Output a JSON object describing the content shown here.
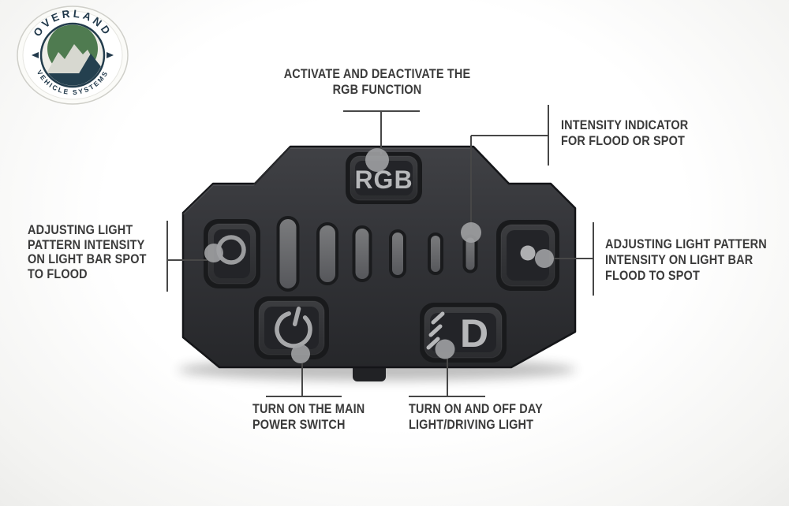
{
  "logo": {
    "brand_top": "OVERLAND",
    "brand_bottom": "VEHICLE SYSTEMS"
  },
  "device": {
    "buttons": {
      "rgb": {
        "label": "RGB"
      },
      "spot": {
        "icon": "spot-ring-icon"
      },
      "flood": {
        "icon": "flood-dot-icon"
      },
      "power": {
        "icon": "power-symbol-icon"
      },
      "daylight": {
        "label": "D",
        "icon": "daylight-beam-icon"
      }
    },
    "indicator_bars": {
      "count": 6
    }
  },
  "annotations": {
    "rgb": {
      "lines": [
        "ACTIVATE AND DEACTIVATE THE",
        "RGB FUNCTION"
      ]
    },
    "intensity": {
      "lines": [
        "INTENSITY INDICATOR",
        "FOR FLOOD OR SPOT"
      ]
    },
    "spot": {
      "lines": [
        "ADJUSTING LIGHT",
        "PATTERN INTENSITY",
        "ON LIGHT BAR SPOT",
        "TO FLOOD"
      ]
    },
    "flood": {
      "lines": [
        "ADJUSTING LIGHT PATTERN",
        "INTENSITY ON LIGHT BAR",
        "FLOOD TO SPOT"
      ]
    },
    "power": {
      "lines": [
        "TURN ON THE MAIN",
        "POWER SWITCH"
      ]
    },
    "daylight": {
      "lines": [
        "TURN ON AND OFF DAY",
        "LIGHT/DRIVING LIGHT"
      ]
    }
  },
  "colors": {
    "device_body": "#313236",
    "button_icon": "#b3b4b6",
    "annotation_text": "#3a3a3a",
    "callout_line": "#474747",
    "marker_dot": "#9fa0a2",
    "logo_navy": "#21394b",
    "logo_green": "#4f7b50"
  }
}
